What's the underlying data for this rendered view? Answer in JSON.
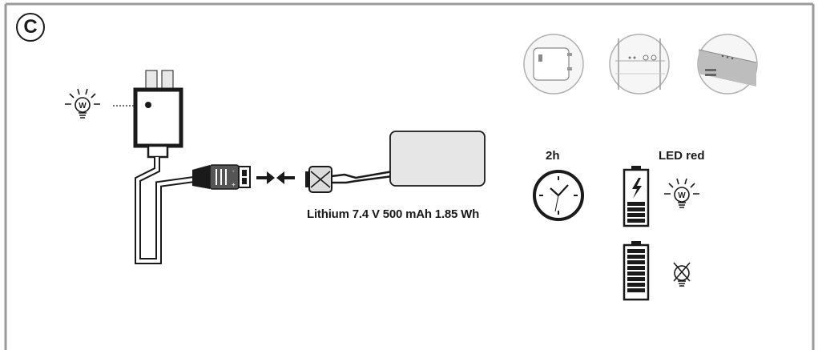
{
  "panel": {
    "letter": "C"
  },
  "battery_spec": "Lithium 7.4 V 500 mAh 1.85 Wh",
  "charging": {
    "duration": "2h",
    "led_status": "LED red"
  },
  "icons": {
    "wall-adapter": "wall-adapter-photo",
    "charger-detail": "charger-detail-photo",
    "battery-pack": "battery-pack-photo",
    "lamp": "lightbulb-icon",
    "clock": "clock-icon",
    "battery-charging": "battery-charging-icon",
    "battery-full": "battery-full-icon",
    "lamp-off": "lightbulb-off-icon"
  },
  "colors": {
    "stroke": "#1a1a1a",
    "frame": "#9a9a9a",
    "battery_fill": "#e6e6e6"
  }
}
